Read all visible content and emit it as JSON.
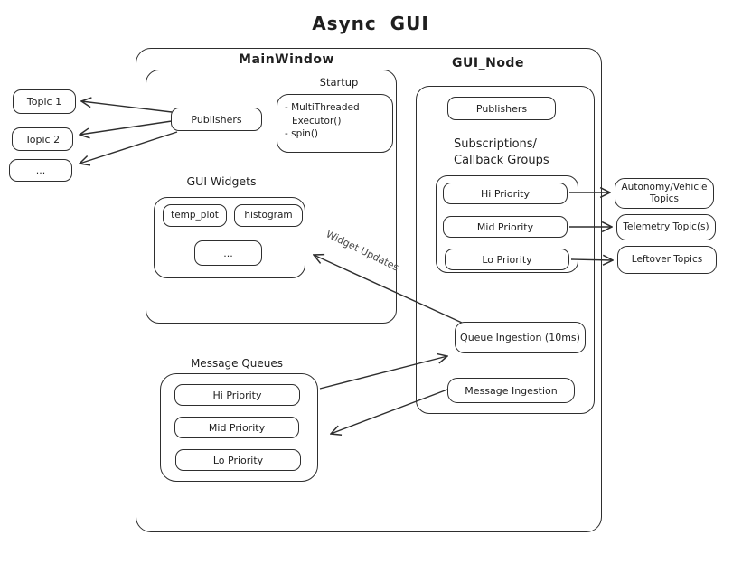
{
  "title": "Async GUI",
  "colors": {
    "stroke": "#2e2e2e",
    "ink": "#1f1f1f",
    "background": "#ffffff",
    "arrow_label": "#4a4a4a"
  },
  "left_topics": [
    "Topic 1",
    "Topic 2",
    "..."
  ],
  "main_window": {
    "label": "MainWindow",
    "publishers_label": "Publishers",
    "startup": {
      "label": "Startup",
      "lines": [
        "- MultiThreaded",
        "Executor()",
        "- spin()"
      ]
    },
    "gui_widgets": {
      "label": "GUI Widgets",
      "items": [
        "temp_plot",
        "histogram",
        "..."
      ]
    }
  },
  "gui_node": {
    "label": "GUI_Node",
    "publishers_label": "Publishers",
    "subscriptions_label": [
      "Subscriptions/",
      "Callback Groups"
    ],
    "priorities": [
      "Hi Priority",
      "Mid Priority",
      "Lo Priority"
    ],
    "queue_ingestion_label": "Queue Ingestion (10ms)",
    "message_ingestion_label": "Message Ingestion"
  },
  "right_topics": [
    "Autonomy/Vehicle Topics",
    "Telemetry Topic(s)",
    "Leftover Topics"
  ],
  "message_queues": {
    "label": "Message Queues",
    "items": [
      "Hi Priority",
      "Mid Priority",
      "Lo Priority"
    ]
  },
  "arrow_labels": {
    "widget_updates": "Widget Updates"
  }
}
